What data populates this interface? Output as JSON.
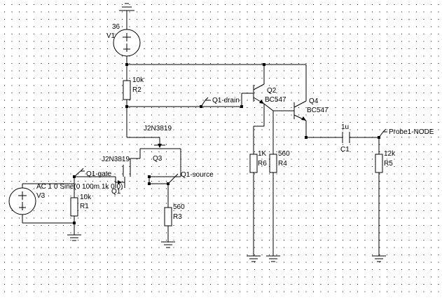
{
  "schematic": {
    "components": {
      "v1": {
        "name": "V1",
        "value": "36"
      },
      "v3": {
        "name": "V3",
        "value": "AC 1  0 Sine(0 100m 1k 0 0)"
      },
      "r1": {
        "name": "R1",
        "value": "10k"
      },
      "r2": {
        "name": "R2",
        "value": "10k"
      },
      "r3": {
        "name": "R3",
        "value": "560"
      },
      "r4": {
        "name": "R4",
        "value": "560"
      },
      "r5": {
        "name": "R5",
        "value": "12k"
      },
      "r6": {
        "name": "R6",
        "value": "1K"
      },
      "c1": {
        "name": "C1",
        "value": "1u"
      },
      "q1": {
        "name": "Q1",
        "value": "J2N3819"
      },
      "q3": {
        "name": "Q3",
        "value": "J2N3819"
      },
      "q2": {
        "name": "Q2",
        "value": "BC547"
      },
      "q4": {
        "name": "Q4",
        "value": "BC547"
      }
    },
    "probes": {
      "q1_drain": "Q1-drain",
      "q1_gate": "Q1-gate",
      "q1_source": "Q1-source",
      "probe1": "Probe1-NODE"
    },
    "colors": {
      "wire": "#000000",
      "grid_dot": "#000000",
      "background": "#ffffff"
    }
  }
}
